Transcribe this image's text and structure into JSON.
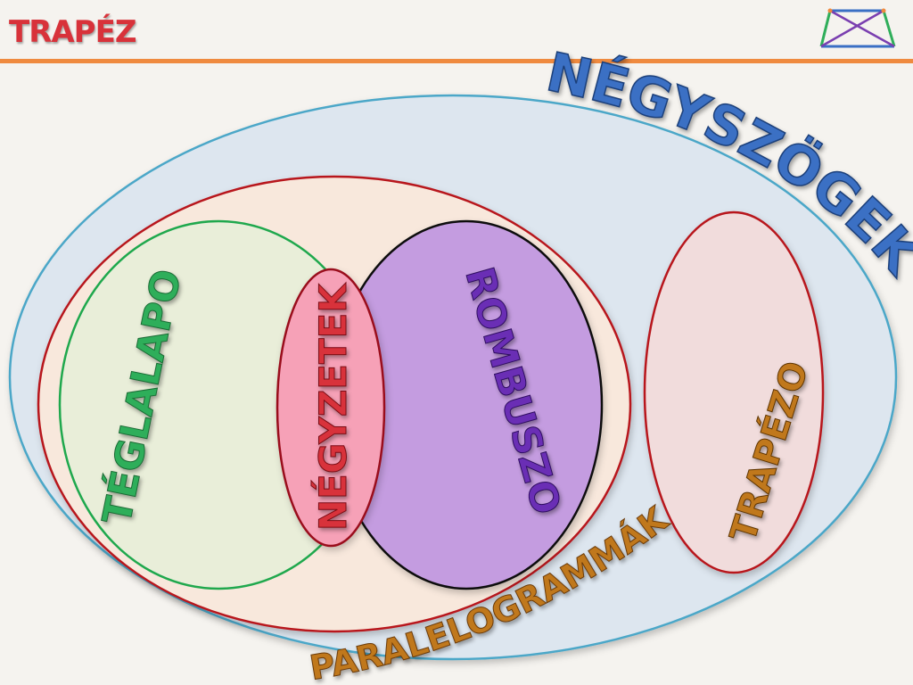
{
  "header": {
    "title": "TRAPÉZ",
    "icon": "trapezoid-with-diagonals-icon"
  },
  "diagram": {
    "outer_set": "NÉGYSZÖGEK",
    "parallelogram_set": "PARALELOGRAMMÁK",
    "rectangle_set": "TÉGLALAPOK",
    "square_set": "NÉGYZETEK",
    "rhombus_set": "ROMBUSZOK",
    "trapezoid_set": "TRAPÉZOK"
  },
  "colors": {
    "header_title": "#d8323a",
    "header_rule": "#ef8a3f",
    "outer_set_text": "#3a6fc4",
    "parallelogram_text": "#c0781a",
    "rectangle_text": "#2fae5a",
    "square_text": "#d8323a",
    "rhombus_text": "#6a2fb5",
    "trapezoid_text": "#c0781a"
  }
}
